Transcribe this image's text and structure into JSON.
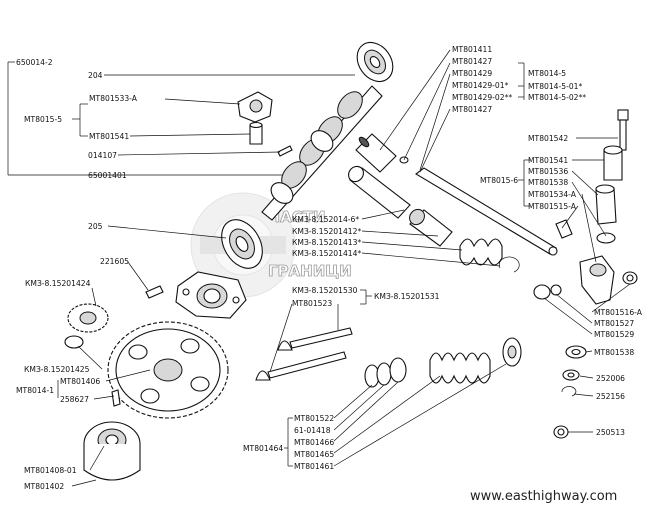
{
  "labels": {
    "l650014_2": "650014-2",
    "l204": "204",
    "lMT8015_5": "MT8015-5",
    "lMT801533A": "MT801533-A",
    "lMT801541a": "MT801541",
    "l014107": "014107",
    "l65001401": "65001401",
    "l205": "205",
    "l221605": "221605",
    "lKM152014_24": "КМЗ-8.15201424",
    "lKM152014_25": "КМЗ-8.15201425",
    "lMT8014_1": "MT8014-1",
    "lMT801406": "MT801406",
    "l258627": "258627",
    "lMT80140801": "MT801408-01",
    "lMT801402": "MT801402",
    "lMT801411": "MT801411",
    "lMT801427a": "MT801427",
    "lMT801429": "MT801429",
    "lMT80142901": "MT801429-01*",
    "lMT80142902": "MT801429-02**",
    "lMT801427b": "MT801427",
    "lMT8014_5": "MT8014-5",
    "lMT8014_5_01": "MT8014-5-01*",
    "lMT8014_5_02": "MT8014-5-02**",
    "lMT801542": "MT801542",
    "lMT8015_6": "MT8015-6",
    "lMT801541b": "MT801541",
    "lMT801536": "MT801536",
    "lMT801538a": "MT801538",
    "lMT801534A": "MT801534-A",
    "lMT801515A": "MT801515-A",
    "lKM152014_6": "КМЗ-8.152014-6*",
    "lKM15201412": "КМЗ-8.15201412*",
    "lKM15201413": "КМЗ-8.15201413*",
    "lKM15201414": "КМЗ-8.15201414*",
    "lKM15201530": "КМЗ-8.15201530",
    "lKM15201531": "КМЗ-8.15201531",
    "lMT801523": "MT801523",
    "lMT801516A": "MT801516-A",
    "lMT801527": "MT801527",
    "lMT801529": "MT801529",
    "lMT801538b": "MT801538",
    "l252006": "252006",
    "l252156": "252156",
    "l250513": "250513",
    "lMT801464": "MT801464",
    "lMT801522": "MT801522",
    "l6101418": "61-01418",
    "lMT801466": "MT801466",
    "lMT801465": "MT801465",
    "lMT801461": "MT801461"
  },
  "watermark": {
    "line1": "ЧАСТИ",
    "line2": "ГРАНИЦИ"
  },
  "website": "www.easthighway.com"
}
